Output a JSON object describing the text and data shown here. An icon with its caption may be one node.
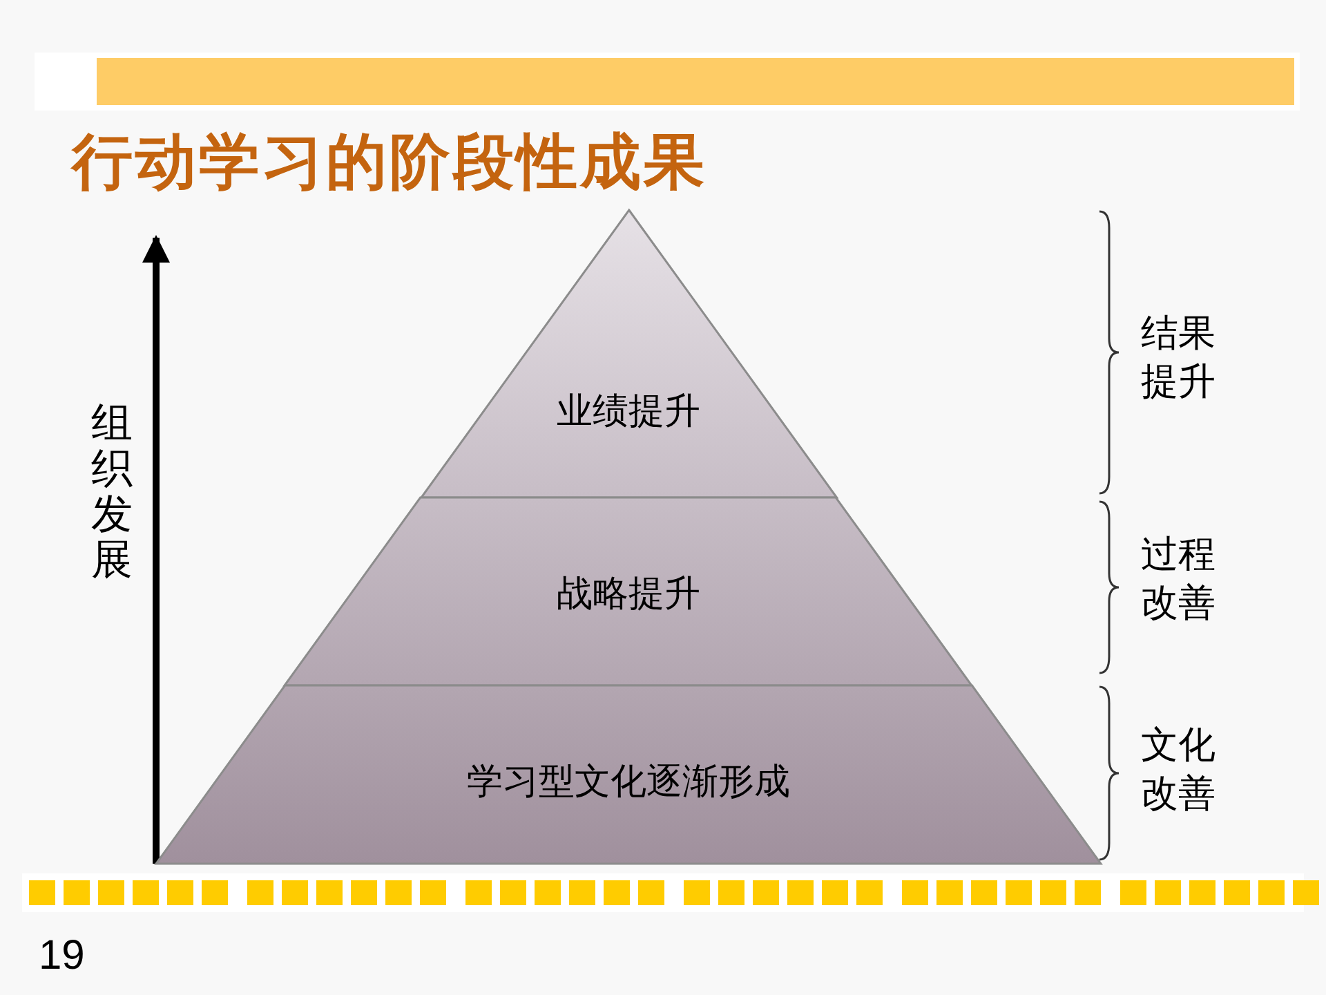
{
  "diagram": {
    "title": "行动学习的阶段性成果",
    "nodes": [
      {
        "text": [
          "业绩提升"
        ]
      },
      {
        "text": [
          "战略提升"
        ]
      },
      {
        "text": [
          "学习型文化逐渐形成"
        ]
      }
    ],
    "labels": [
      "组织发展",
      "结果提升",
      "过程改善",
      "文化改善",
      "19"
    ]
  }
}
